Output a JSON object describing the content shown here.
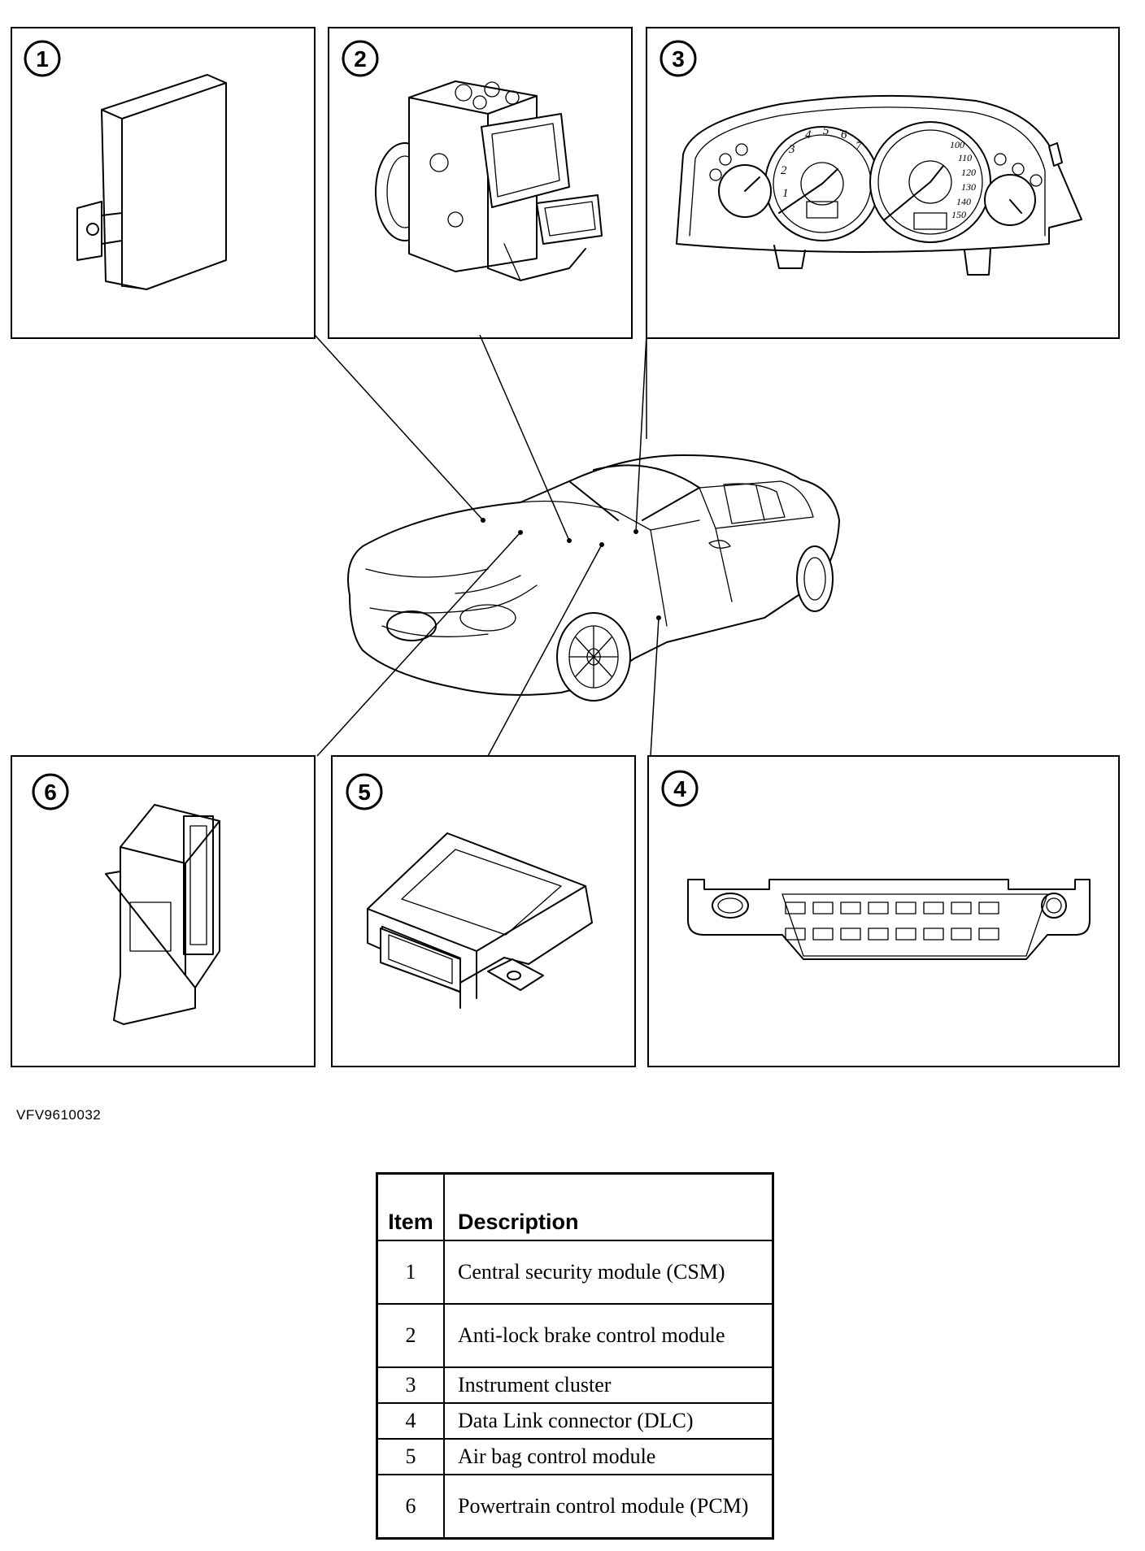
{
  "diagram": {
    "callouts": [
      "1",
      "2",
      "3",
      "4",
      "5",
      "6"
    ],
    "cluster_speeds": [
      "100",
      "110",
      "120",
      "130",
      "140",
      "150"
    ],
    "cluster_rpm": [
      "1",
      "2",
      "3",
      "4",
      "5",
      "6",
      "7"
    ]
  },
  "figure_code": "VFV9610032",
  "legend": {
    "headers": {
      "item": "Item",
      "description": "Description"
    },
    "rows": [
      {
        "item": "1",
        "description": "Central security module (CSM)"
      },
      {
        "item": "2",
        "description": "Anti-lock brake control module"
      },
      {
        "item": "3",
        "description": "Instrument cluster"
      },
      {
        "item": "4",
        "description": "Data Link connector (DLC)"
      },
      {
        "item": "5",
        "description": "Air bag control module"
      },
      {
        "item": "6",
        "description": "Powertrain control module (PCM)"
      }
    ]
  }
}
